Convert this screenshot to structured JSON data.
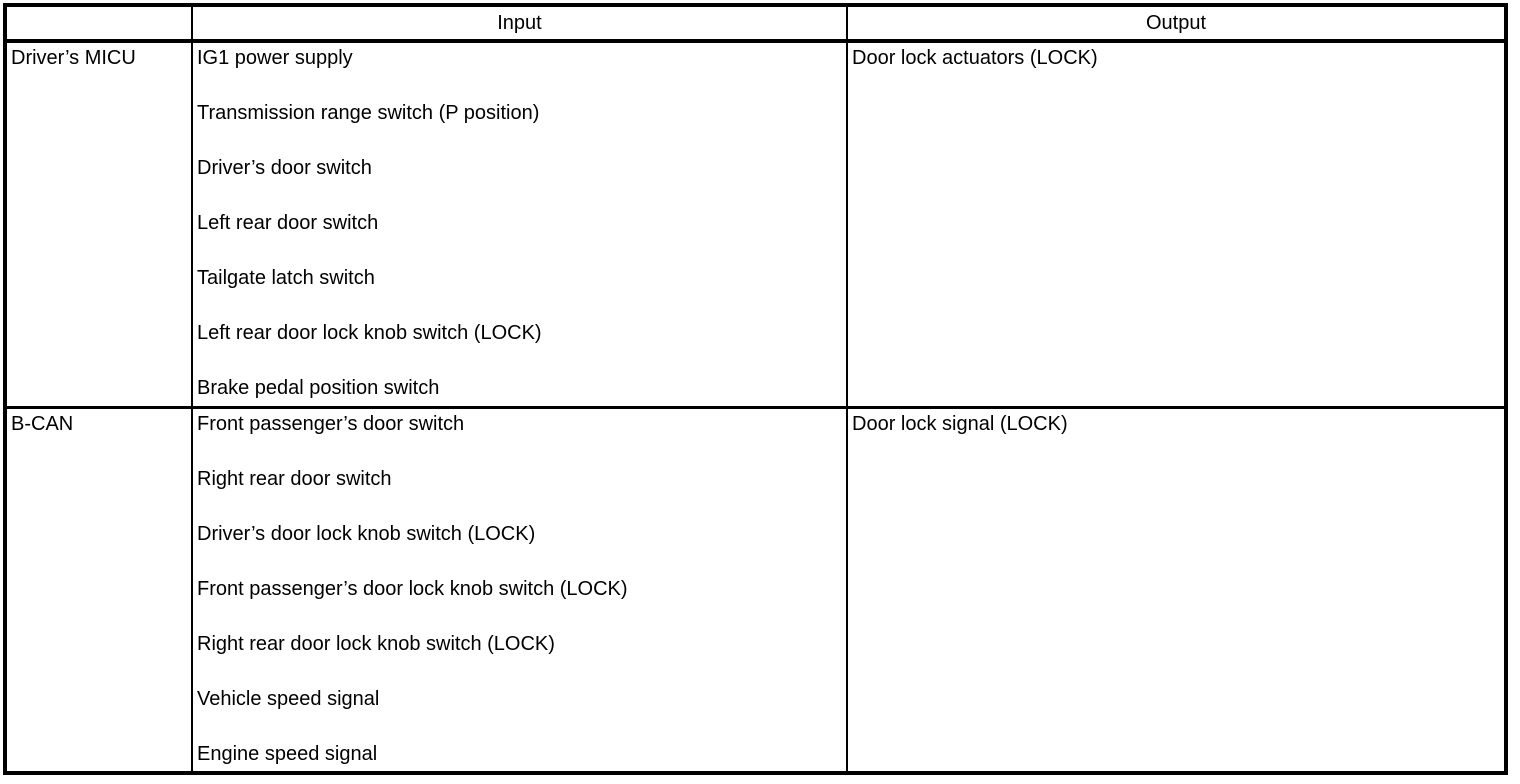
{
  "colors": {
    "border": "#000000",
    "text": "#000000",
    "background": "#ffffff"
  },
  "table": {
    "columns": [
      {
        "label": ""
      },
      {
        "label": "Input"
      },
      {
        "label": "Output"
      }
    ],
    "rows": [
      {
        "source": "Driver’s MICU",
        "inputs": [
          "IG1 power supply",
          "Transmission range switch (P position)",
          "Driver’s door switch",
          "Left rear door switch",
          "Tailgate latch switch",
          "Left rear door lock knob switch (LOCK)",
          "Brake pedal position switch"
        ],
        "outputs": [
          "Door lock actuators (LOCK)"
        ]
      },
      {
        "source": "B-CAN",
        "inputs": [
          "Front passenger’s door switch",
          "Right rear door switch",
          "Driver’s door lock knob switch (LOCK)",
          "Front passenger’s door lock knob switch (LOCK)",
          "Right rear door lock knob switch (LOCK)",
          "Vehicle speed signal",
          "Engine speed signal"
        ],
        "outputs": [
          "Door lock signal (LOCK)"
        ]
      }
    ]
  }
}
